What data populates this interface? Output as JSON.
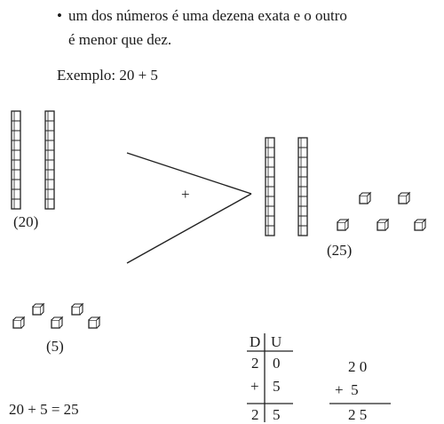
{
  "bullet": {
    "marker": "•",
    "line1": "um dos números é uma dezena exata e o outro",
    "line2": "é menor que dez."
  },
  "example": {
    "text": "Exemplo: 20 + 5"
  },
  "diagram": {
    "left_label": "(20)",
    "operator": "+",
    "result_label": "(25)",
    "ones_label": "(5)"
  },
  "equation": {
    "text": "20 + 5 = 25"
  },
  "place_value_table": {
    "headers": [
      "D",
      "U"
    ],
    "row1": [
      "2",
      "0"
    ],
    "row2_sign": "+",
    "row2": [
      "",
      "5"
    ],
    "result": [
      "2",
      "5"
    ]
  },
  "vertical_sum": {
    "line1": "2 0",
    "line2": "+  5",
    "result": "2 5"
  }
}
